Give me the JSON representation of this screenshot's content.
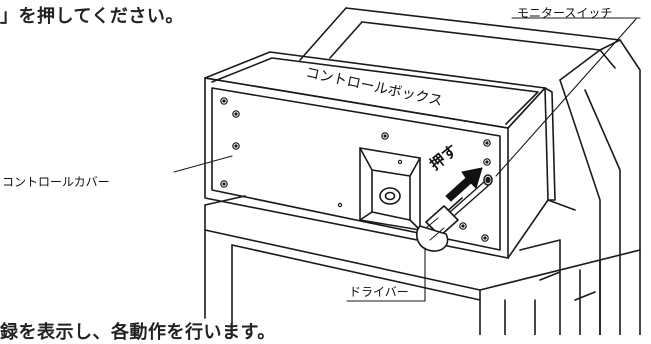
{
  "instruction_text": "」を押してください。",
  "footer_text": "録を表示し、各動作を行います。",
  "labels": {
    "monitor_switch": "モニタースイッチ",
    "control_box": "コントロールボックス",
    "push": "押す",
    "control_cover": "コントロールカバー",
    "driver": "ドライバー"
  },
  "colors": {
    "line": "#1a1a1a",
    "shade": "#cfcfcf",
    "arrow": "#111111",
    "background": "#ffffff"
  }
}
